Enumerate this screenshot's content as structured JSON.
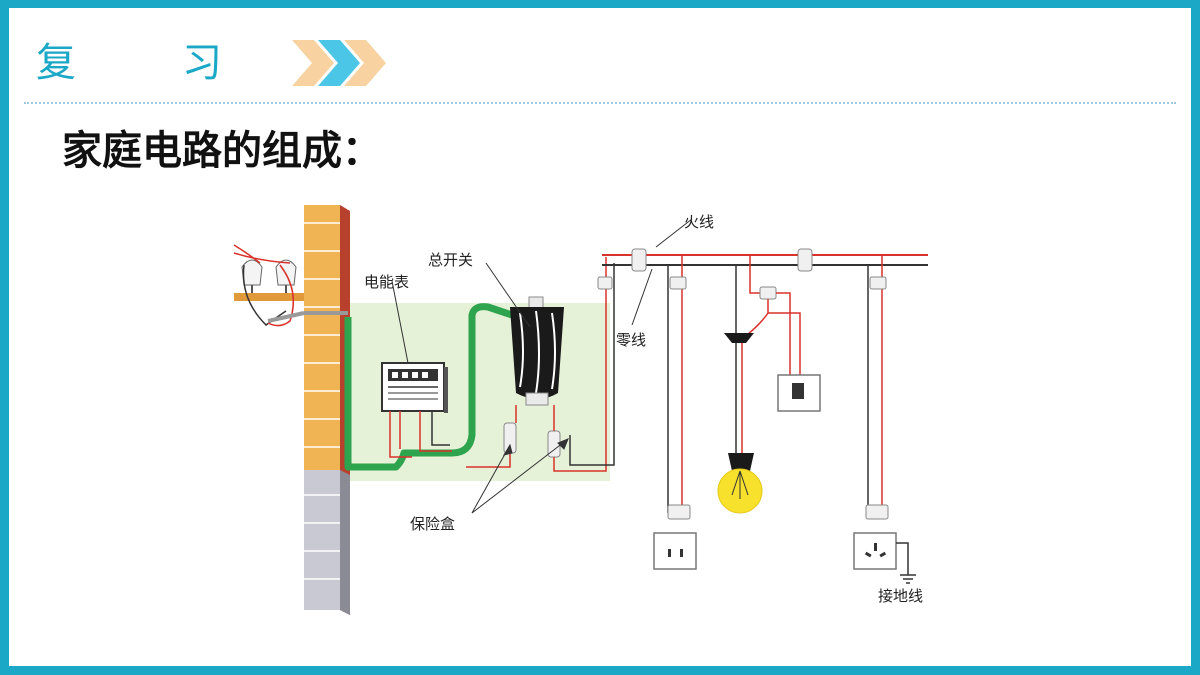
{
  "header": {
    "title_char_1": "复",
    "title_char_2": "习"
  },
  "slide": {
    "title": "家庭电路的组成："
  },
  "diagram": {
    "labels": {
      "live_wire": "火线",
      "neutral_wire": "零线",
      "main_switch": "总开关",
      "energy_meter": "电能表",
      "fuse_box": "保险盒",
      "ground_wire": "接地线"
    }
  },
  "colors": {
    "accent": "#1ba7c6",
    "live_wire": "#d8322a",
    "neutral_wire": "#333333",
    "ground_wire": "#2ea44f",
    "panel_bg": "#e6f2d8",
    "bulb": "#f7e12c"
  }
}
